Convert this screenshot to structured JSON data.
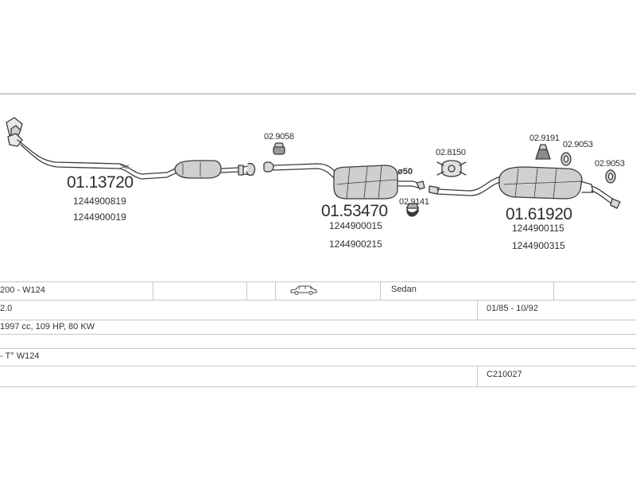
{
  "parts": {
    "front_pipe": {
      "code": "01.13720",
      "refs": [
        "1244900819",
        "1244900019"
      ]
    },
    "middle_silencer": {
      "code": "01.53470",
      "refs": [
        "1244900015",
        "1244900215"
      ]
    },
    "rear_silencer": {
      "code": "01.61920",
      "refs": [
        "1244900115",
        "1244900315"
      ]
    },
    "accessories": {
      "a1": "02.9058",
      "a2": "02.8150",
      "a3": "02.9141",
      "a4": "02.9191",
      "a5": "02.9053",
      "a6": "02.9053"
    },
    "diameter": "ø50"
  },
  "vehicle": {
    "model": "200 - W124",
    "body": "Sedan",
    "engine": "2.0",
    "years": "01/85 - 10/92",
    "specs": "1997 cc, 109 HP, 80 KW",
    "type": "- T° W124",
    "catalog": "C210027",
    "icon": "car-sedan-icon"
  },
  "colors": {
    "line": "#3a3a3a",
    "fill": "#d8d8d8",
    "divider": "#cfcfcf"
  }
}
